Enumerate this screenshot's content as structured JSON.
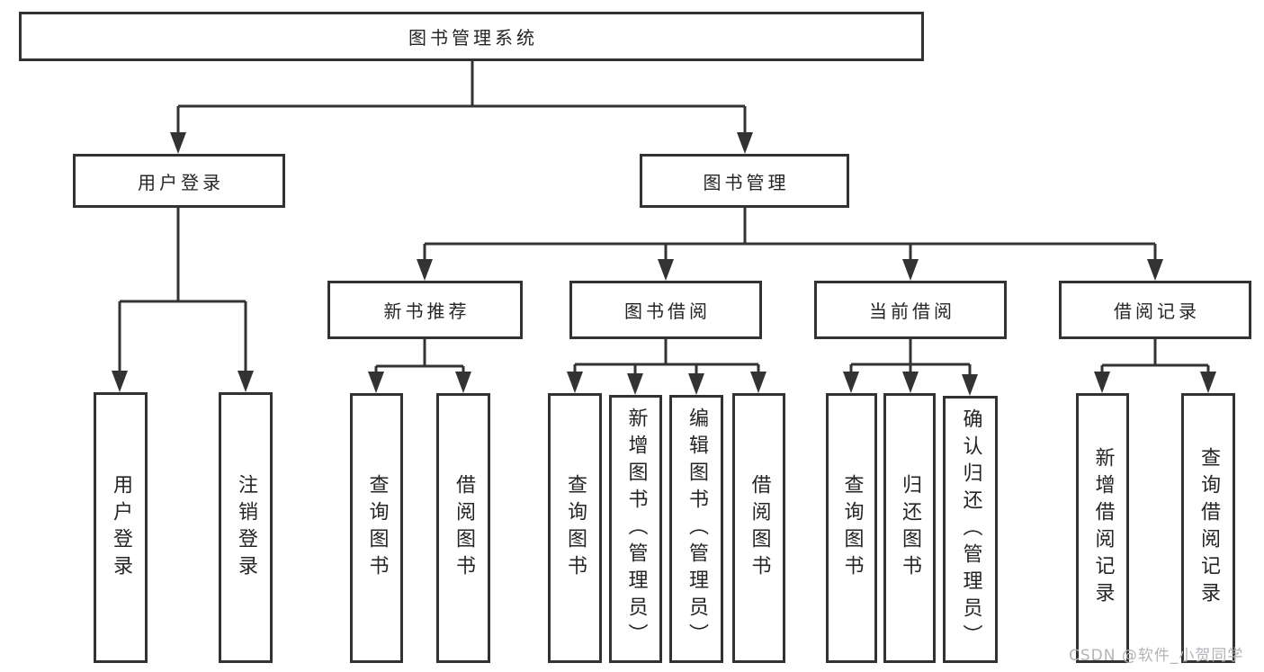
{
  "tree": {
    "root": {
      "label": "图书管理系统"
    },
    "branches": [
      {
        "label": "用户登录",
        "children": [
          {
            "label": "用户登录"
          },
          {
            "label": "注销登录"
          }
        ]
      },
      {
        "label": "图书管理",
        "children": [
          {
            "label": "新书推荐",
            "children": [
              {
                "label": "查询图书"
              },
              {
                "label": "借阅图书"
              }
            ]
          },
          {
            "label": "图书借阅",
            "children": [
              {
                "label": "查询图书"
              },
              {
                "label": "新增图书（管理员）"
              },
              {
                "label": "编辑图书（管理员）"
              },
              {
                "label": "借阅图书"
              }
            ]
          },
          {
            "label": "当前借阅",
            "children": [
              {
                "label": "查询图书"
              },
              {
                "label": "归还图书"
              },
              {
                "label": "确认归还（管理员）"
              }
            ]
          },
          {
            "label": "借阅记录",
            "children": [
              {
                "label": "新增借阅记录"
              },
              {
                "label": "查询借阅记录"
              }
            ]
          }
        ]
      }
    ]
  },
  "watermark": {
    "text": "CSDN @软件_小贺同学"
  },
  "colors": {
    "line": "#333333",
    "box_border": "#323232",
    "text": "#252525",
    "background": "#ffffff",
    "watermark": "#b3b3b8"
  }
}
